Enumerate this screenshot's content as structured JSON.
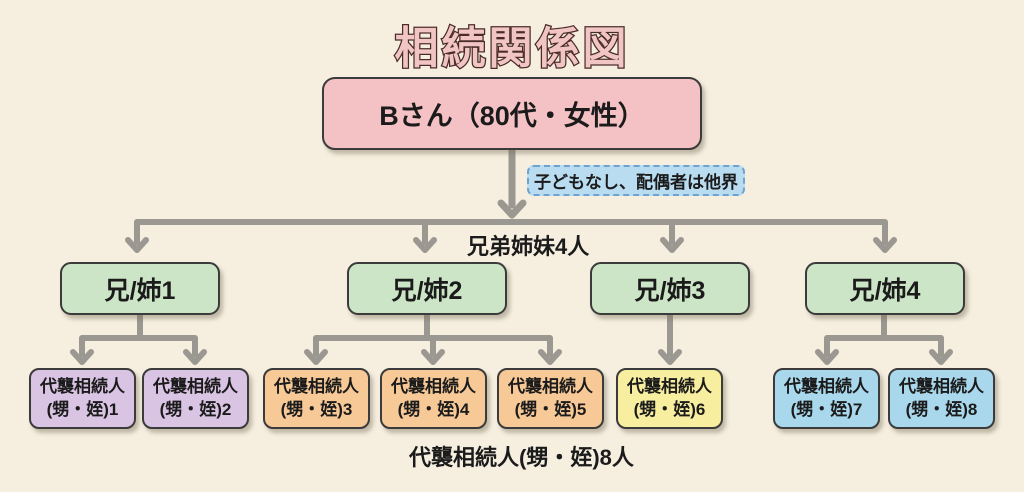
{
  "title": "相続関係図",
  "root": {
    "label": "Bさん（80代・女性）"
  },
  "annotation": {
    "label": "子どもなし、配偶者は他界"
  },
  "siblings": {
    "group_label": "兄弟姉妹4人",
    "nodes": [
      {
        "label": "兄/姉1"
      },
      {
        "label": "兄/姉2"
      },
      {
        "label": "兄/姉3"
      },
      {
        "label": "兄/姉4"
      }
    ]
  },
  "heirs": {
    "group_label": "代襲相続人(甥・姪)8人",
    "nodes": [
      {
        "line1": "代襲相続人",
        "line2": "(甥・姪)1",
        "color": "#dac4e4"
      },
      {
        "line1": "代襲相続人",
        "line2": "(甥・姪)2",
        "color": "#dac4e4"
      },
      {
        "line1": "代襲相続人",
        "line2": "(甥・姪)3",
        "color": "#f7c997"
      },
      {
        "line1": "代襲相続人",
        "line2": "(甥・姪)4",
        "color": "#f7c997"
      },
      {
        "line1": "代襲相続人",
        "line2": "(甥・姪)5",
        "color": "#f7c997"
      },
      {
        "line1": "代襲相続人",
        "line2": "(甥・姪)6",
        "color": "#f8ee9f"
      },
      {
        "line1": "代襲相続人",
        "line2": "(甥・姪)7",
        "color": "#a9d8ec"
      },
      {
        "line1": "代襲相続人",
        "line2": "(甥・姪)8",
        "color": "#a9d8ec"
      }
    ]
  },
  "colors": {
    "background": "#f6efe0",
    "title_fill": "#f0c5c3",
    "title_outline": "#4a2b29",
    "root_box": "#f4c2c5",
    "sibling_box": "#cbe5c6",
    "annotation_box": "#b9dcf0",
    "annotation_border": "#6fa3cf",
    "heir_purple": "#dac4e4",
    "heir_orange": "#f7c997",
    "heir_yellow": "#f8ee9f",
    "heir_blue": "#a9d8ec",
    "connector": "#9b9791"
  }
}
